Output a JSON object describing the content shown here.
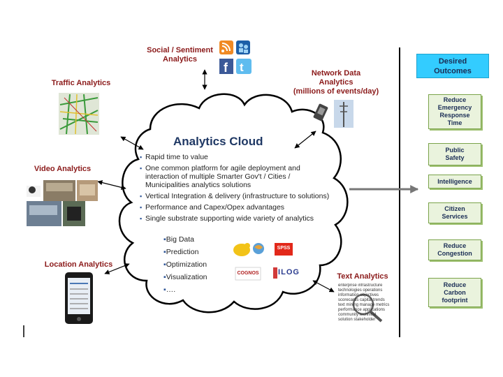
{
  "sources": {
    "social": "Social / Sentiment\nAnalytics",
    "traffic": "Traffic Analytics",
    "network": "Network Data\nAnalytics\n(millions of events/day)",
    "video": "Video Analytics",
    "location": "Location Analytics",
    "text": "Text Analytics"
  },
  "cloud": {
    "title": "Analytics Cloud",
    "bullets": [
      "Rapid time to value",
      "One common platform for agile deployment and interaction of multiple Smarter Gov't / Cities / Municipalities analytics solutions",
      "Vertical Integration & delivery (infrastructure to solutions)",
      "Performance and Capex/Opex advantages",
      "Single substrate supporting wide variety of analytics"
    ],
    "sub_items": [
      "Big Data",
      "Prediction",
      "Optimization",
      "Visualization",
      "…."
    ],
    "logos": {
      "spss": "SPSS",
      "cognos": "COGNOS",
      "ilog": "ILOG"
    }
  },
  "outcomes": {
    "header": "Desired\nOutcomes",
    "items": [
      "Reduce\nEmergency\nResponse\nTime",
      "Public\nSafety",
      "Intelligence",
      "Citizen\nServices",
      "Reduce\nCongestion",
      "Reduce\nCarbon\nfootprint"
    ]
  },
  "text_cloud_words": "enterprise infrastructure technologies operations information objectives scorecards capital trends text mining manage metrics performance applications community technical solution stakeholder",
  "colors": {
    "label": "#8b1a1a",
    "outcome_header": "#33ccff",
    "outcome_box": "#eaf3dd",
    "cloud_title": "#1f3864"
  }
}
